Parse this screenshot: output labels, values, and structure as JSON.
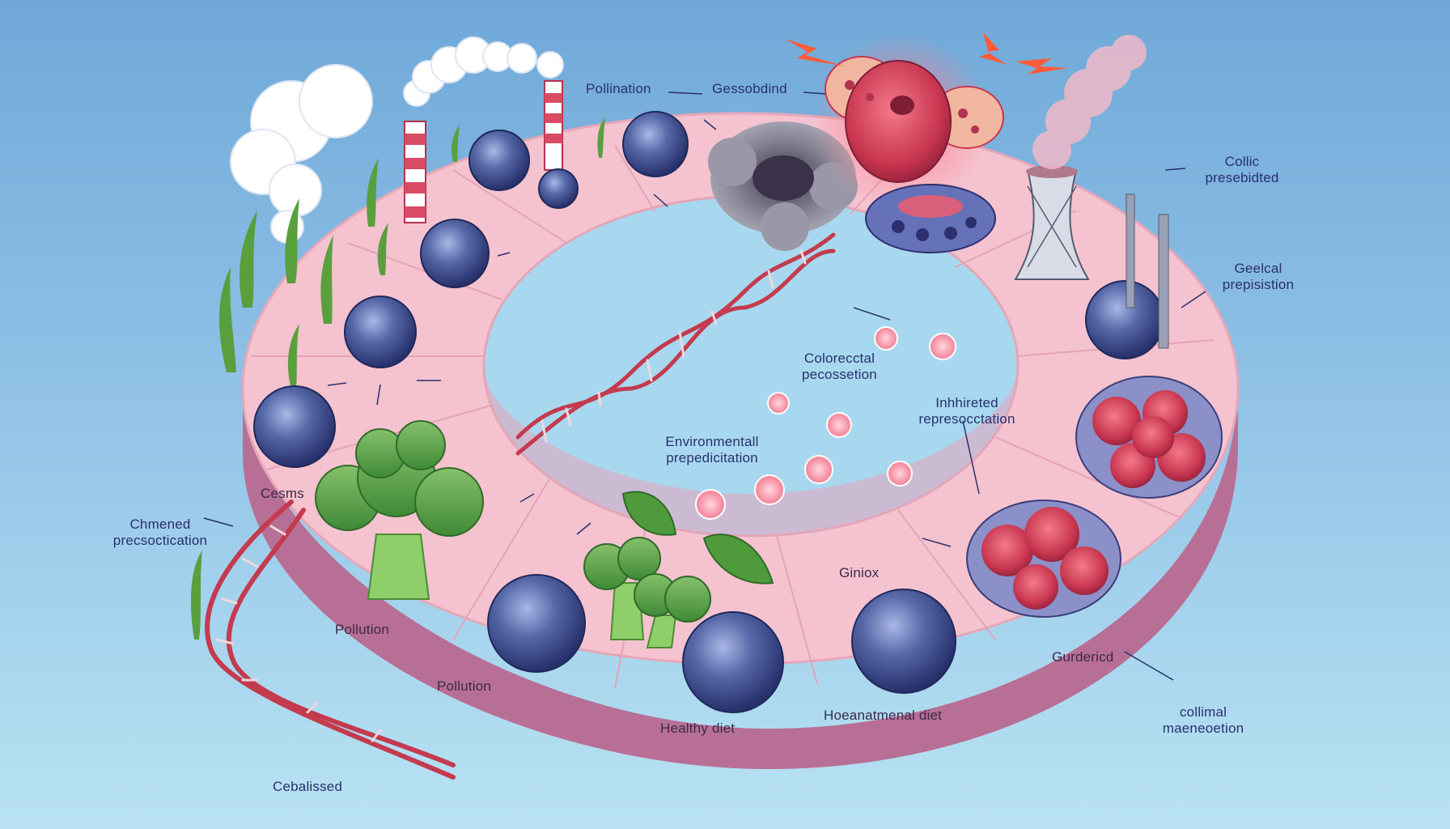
{
  "labels": {
    "pollination": "Pollination",
    "gessobdind": "Gessobdind",
    "collic": "Collic\npresebidted",
    "geelcal": "Geelcal\nprepisistion",
    "colorectal": "Colorecctal\npecossetion",
    "inherited": "Inhhireted\nrepresocctation",
    "environmental": "Environmentall\nprepedicitation",
    "chemned": "Chmened\nprecsoctication",
    "cesms": "Cesms",
    "ginioex": "Giniox",
    "pollution_1": "Pollution",
    "pollution_2": "Pollution",
    "healthy_diet": "Healthy diet",
    "hormonal_diet": "Hoeanatmenal diet",
    "gurdericd": "Gurdericd",
    "collinmal": "collimal\nmaeneoetion",
    "cebalissed": "Cebalissed"
  },
  "colors": {
    "ring_top": "#f4c3cf",
    "ring_side": "#b86f95",
    "cell_blue": "#3e4f8e",
    "tumor_red": "#d8465e",
    "dna_red": "#c43a4e",
    "leaf_green": "#4f9a3a"
  },
  "icons": [
    "smoke-cloud-icon",
    "factory-chimney-icon",
    "cooling-tower-icon",
    "lightning-icon",
    "dna-helix-icon",
    "broccoli-icon",
    "tumor-cell-icon",
    "polyp-icon"
  ]
}
